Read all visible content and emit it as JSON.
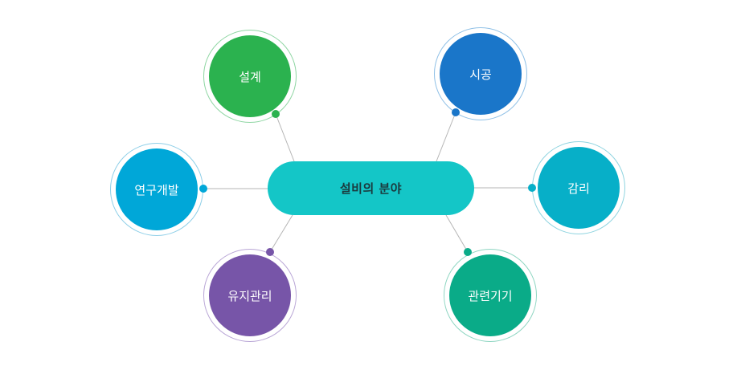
{
  "center": {
    "label": "설비의 분야"
  },
  "nodes": {
    "design": {
      "label": "설계",
      "color": "#2bb24f"
    },
    "construction": {
      "label": "시공",
      "color": "#1a76c9"
    },
    "rnd": {
      "label": "연구개발",
      "color": "#00a7d8"
    },
    "supervision": {
      "label": "감리",
      "color": "#07afc8"
    },
    "maintenance": {
      "label": "유지관리",
      "color": "#7755a8"
    },
    "equipment": {
      "label": "관련기기",
      "color": "#0aab88"
    }
  },
  "colors": {
    "center_fill": "#14c6c7",
    "connector_line": "#b5b5b5"
  }
}
